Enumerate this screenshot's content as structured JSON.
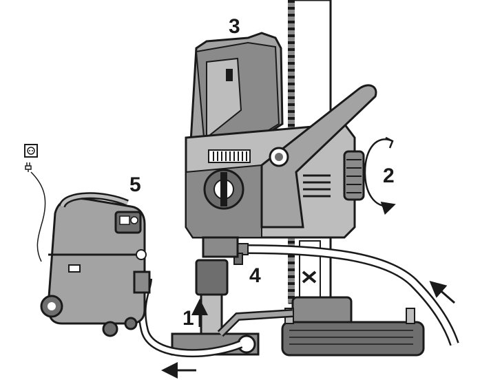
{
  "callouts": {
    "c1": "1",
    "c2": "2",
    "c3": "3",
    "c4": "4",
    "c5": "5"
  },
  "colors": {
    "outline": "#1a1a1a",
    "body_dark": "#8a8a8a",
    "body_light": "#bdbdbd",
    "body_mid": "#a3a3a3",
    "shadow": "#6e6e6e",
    "background": "#ffffff"
  },
  "icons": [
    "power-outlet-icon",
    "power-plug-icon",
    "rotation-arrow-icon",
    "flow-arrow-icon"
  ]
}
